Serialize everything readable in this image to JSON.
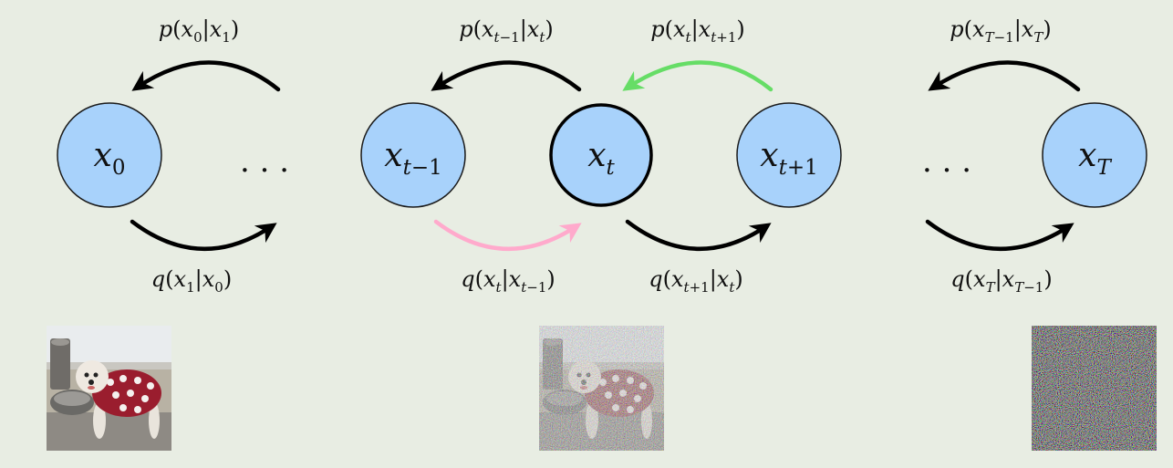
{
  "background_color": "#e8ede3",
  "node_fill_color": "#a8d2fb",
  "colors": {
    "black_arrow": "#000000",
    "green_arrow": "#66dd66",
    "pink_arrow": "#ffaacc"
  },
  "nodes": [
    {
      "id": "x0",
      "symbol": "x",
      "subscript": "0",
      "bold_border": false
    },
    {
      "id": "xt-1",
      "symbol": "x",
      "subscript": "t−1",
      "bold_border": false
    },
    {
      "id": "xt",
      "symbol": "x",
      "subscript": "t",
      "bold_border": true
    },
    {
      "id": "xt+1",
      "symbol": "x",
      "subscript": "t+1",
      "bold_border": false
    },
    {
      "id": "xT",
      "symbol": "x",
      "subscript": "T",
      "bold_border": false
    }
  ],
  "ellipses": [
    "· · ·",
    "· · ·"
  ],
  "reverse_labels": {
    "p_x0_x1": "p(x₀|x₁)",
    "p_xt-1_xt": "p(xₜ₋₁|xₜ)",
    "p_xt_xt+1": "p(xₜ|xₜ₊₁)",
    "p_xT-1_xT": "p(x_{T−1}|x_T)"
  },
  "forward_labels": {
    "q_x1_x0": "q(x₁|x₀)",
    "q_xt_xt-1": "q(xₜ|xₜ₋₁)",
    "q_xt+1_xt": "q(xₜ₊₁|xₜ)",
    "q_xT_xT-1": "q(x_T|x_{T−1})"
  },
  "images": [
    {
      "name": "clean-dog-image",
      "noise_level": 0.0
    },
    {
      "name": "noisy-dog-image",
      "noise_level": 0.5
    },
    {
      "name": "pure-noise-image",
      "noise_level": 1.0
    }
  ]
}
